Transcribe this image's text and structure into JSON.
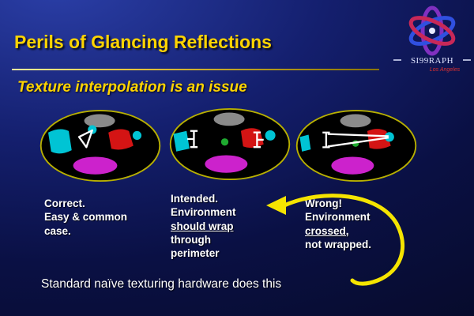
{
  "slide": {
    "title": "Perils of Glancing Reflections",
    "subtitle": "Texture interpolation is an issue",
    "footer": "Standard naïve texturing hardware does this"
  },
  "logo": {
    "name": "SI99RAPH",
    "city": "Los Angeles"
  },
  "captions": {
    "correct": [
      {
        "text": "Correct.",
        "underline": false
      },
      {
        "text": "Easy & common",
        "underline": false
      },
      {
        "text": "case.",
        "underline": false
      }
    ],
    "intended": [
      {
        "text": "Intended.",
        "underline": false
      },
      {
        "text": "Environment",
        "underline": false
      },
      {
        "text": "should wrap",
        "underline": true
      },
      {
        "text": "through",
        "underline": false
      },
      {
        "text": "perimeter",
        "underline": false
      }
    ],
    "wrong": [
      {
        "text": "Wrong!",
        "underline": false
      },
      {
        "text": "Environment",
        "underline": false
      },
      {
        "text": "crossed,",
        "underline": true
      },
      {
        "text": "not wrapped.",
        "underline": false
      }
    ]
  },
  "colors": {
    "bg_outer": "#2b3fa8",
    "bg_mid": "#141f6e",
    "bg_dark": "#070b2c",
    "title_yellow": "#ffd400",
    "rule_yellow": "#e8c840",
    "caption_white": "#ffffff",
    "panel_outline": "#b8b000",
    "panel_fill": "#000000",
    "gray_blob": "#8a8a8a",
    "cyan_shape": "#00c4d4",
    "red_shape": "#d41414",
    "magenta_shape": "#cc22cc",
    "green_dot": "#1faa30",
    "arrow_yellow": "#f5e400",
    "logo_blue": "#3050e0",
    "logo_red": "#c82858",
    "logo_purple": "#8030c0",
    "logo_text": "#dfe4ff",
    "logo_city_red": "#e03030"
  }
}
